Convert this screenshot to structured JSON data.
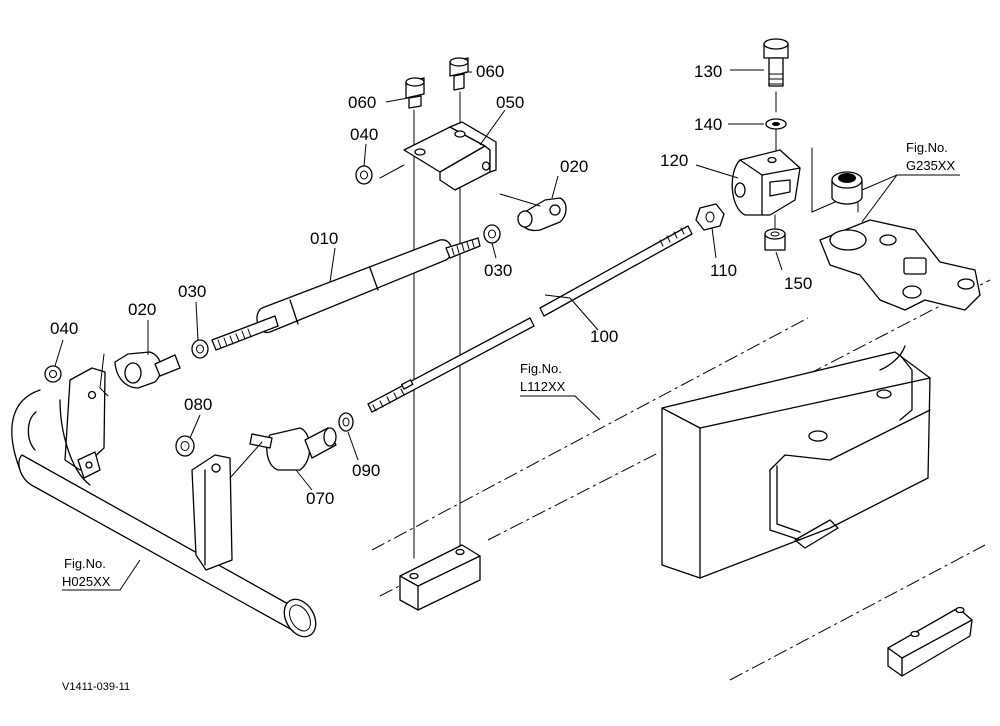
{
  "parts": {
    "p010": "010",
    "p020a": "020",
    "p020b": "020",
    "p030a": "030",
    "p030b": "030",
    "p040a": "040",
    "p040b": "040",
    "p050": "050",
    "p060a": "060",
    "p060b": "060",
    "p070": "070",
    "p080": "080",
    "p090": "090",
    "p100": "100",
    "p110": "110",
    "p120": "120",
    "p130": "130",
    "p140": "140",
    "p150": "150"
  },
  "figure_refs": {
    "g235": {
      "line1": "Fig.No.",
      "line2": "G235XX"
    },
    "l112": {
      "line1": "Fig.No.",
      "line2": "L112XX"
    },
    "h025": {
      "line1": "Fig.No.",
      "line2": "H025XX"
    }
  },
  "illustration_id": "V1411-039-11"
}
